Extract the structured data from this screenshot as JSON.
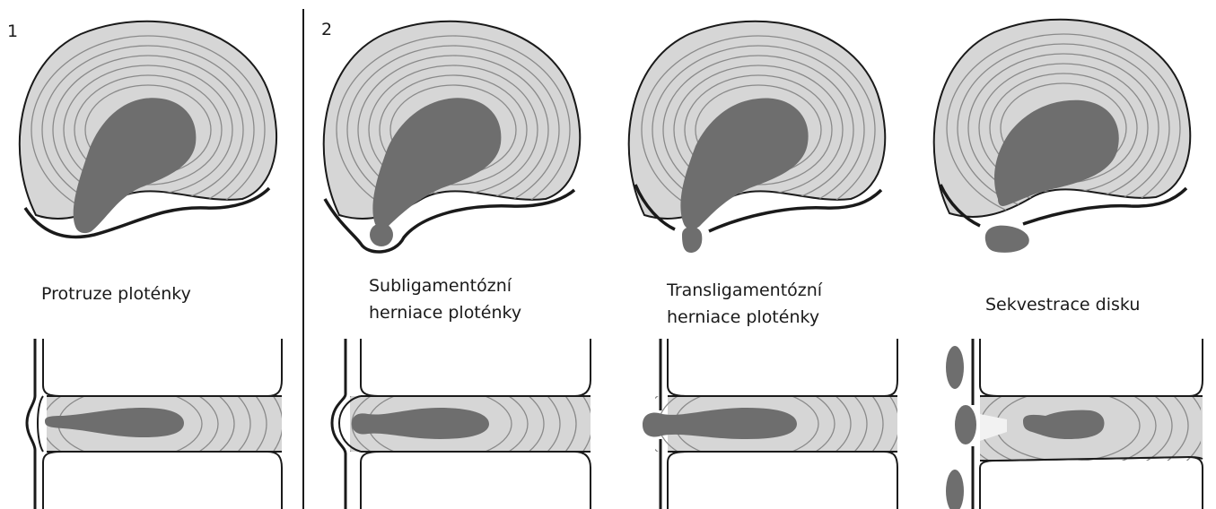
{
  "section_numbers": [
    "1",
    "2"
  ],
  "captions": [
    {
      "lines": [
        "Protruze ploténky"
      ]
    },
    {
      "lines": [
        "Subligamentózní",
        "herniace ploténky"
      ]
    },
    {
      "lines": [
        "Transligamentózní",
        "herniace ploténky"
      ]
    },
    {
      "lines": [
        "Sekvestrace disku"
      ]
    }
  ],
  "colors": {
    "annulus_fill": "#d6d6d6",
    "nucleus_fill": "#6e6e6e",
    "outline": "#1a1a1a",
    "ring_lines": "#8a8a8a"
  }
}
